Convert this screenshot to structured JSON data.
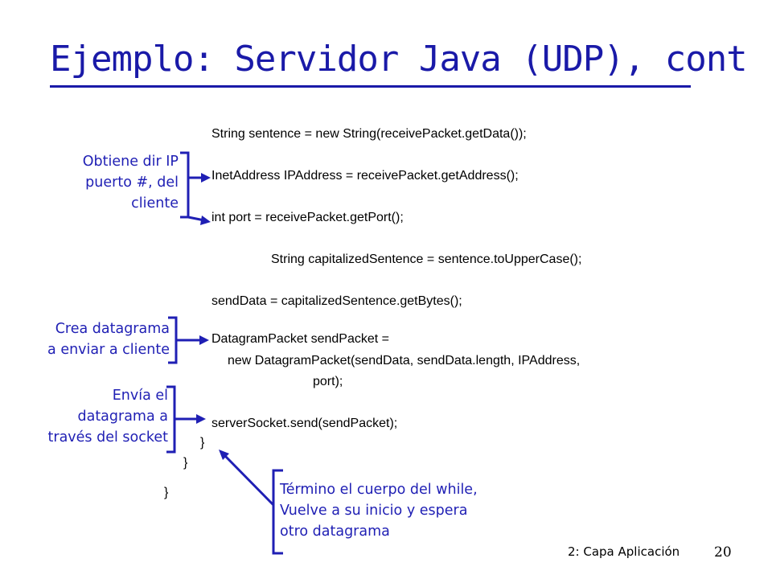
{
  "slide": {
    "title": "Ejemplo: Servidor Java (UDP), cont",
    "footer": "2: Capa Aplicación",
    "page_number": "20"
  },
  "code": {
    "line1": "String sentence = new String(receivePacket.getData());",
    "line2": "InetAddress IPAddress = receivePacket.getAddress();",
    "line3": "int port = receivePacket.getPort();",
    "line4": "String capitalizedSentence = sentence.toUpperCase();",
    "line5": "sendData = capitalizedSentence.getBytes();",
    "line6": "DatagramPacket sendPacket =",
    "line7": "new DatagramPacket(sendData, sendData.length, IPAddress,",
    "line8": "port);",
    "line9": "serverSocket.send(sendPacket);",
    "brace1": "}",
    "brace2": "}",
    "brace3": "}"
  },
  "annotations": {
    "client_address": [
      "Obtiene dir IP",
      "puerto #, del",
      "cliente"
    ],
    "create_datagram": [
      "Crea datagrama",
      "a enviar a cliente"
    ],
    "send_datagram": [
      "Envía el",
      "datagrama a",
      "través del socket"
    ],
    "end_of_while": [
      "Término el cuerpo del while,",
      "Vuelve a su inicio y espera",
      "otro datagrama"
    ]
  },
  "colors": {
    "title": "#1a1aa8",
    "annotation": "#1f1fb4",
    "code": "#000000"
  }
}
